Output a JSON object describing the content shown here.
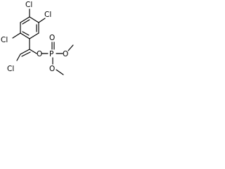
{
  "molecule": {
    "atoms": {
      "cl_top_left": "Cl",
      "cl_top_right": "Cl",
      "cl_left": "Cl",
      "cl_vinyl": "Cl",
      "o_ester": "O",
      "p": "P",
      "o_double": "O",
      "o_methoxy_1": "O",
      "o_methoxy_2": "O"
    }
  }
}
